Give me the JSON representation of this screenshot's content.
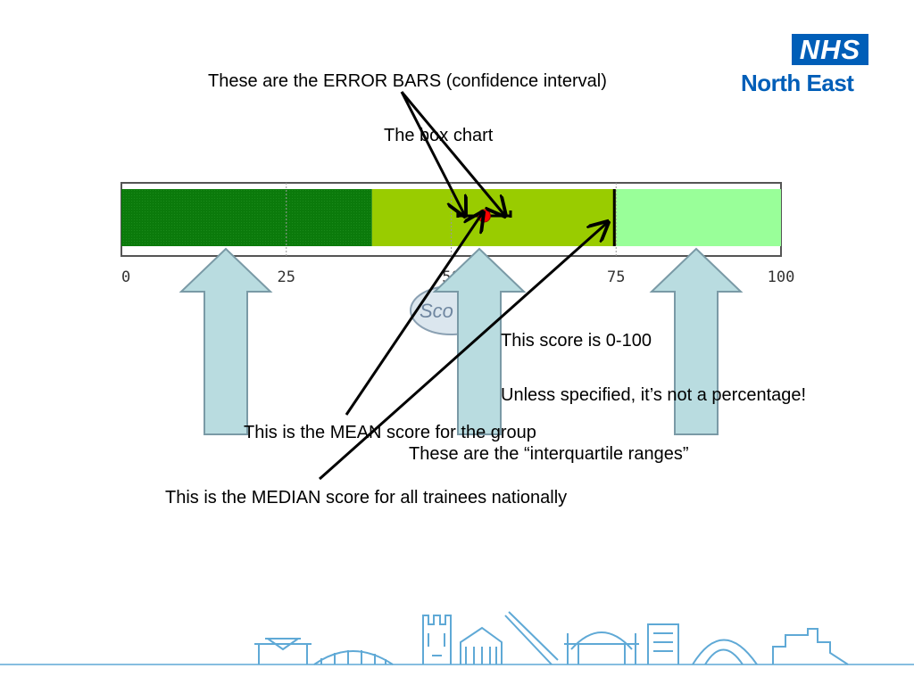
{
  "logo": {
    "mark": "NHS",
    "region": "North East",
    "color": "#005eb8"
  },
  "chart": {
    "axis_ticks": [
      "0",
      "25",
      "50",
      "75",
      "100"
    ],
    "scale": [
      0,
      100
    ],
    "mean": 55,
    "error_bar": [
      51,
      59
    ],
    "national_median": 75,
    "bands": [
      {
        "from": 0,
        "to": 38,
        "color": "#0b7a0b"
      },
      {
        "from": 38,
        "to": 75,
        "color": "#99cc00"
      },
      {
        "from": 75,
        "to": 100,
        "color": "#99ff99"
      }
    ],
    "mean_color": "#ff0000"
  },
  "score_bubble": "Sco",
  "annotations": {
    "error_bars": "These are the ERROR BARS (confidence interval)",
    "box_chart": "The box chart",
    "score_range": "This score is 0-100",
    "not_percentage": "Unless specified, it’s not a percentage!",
    "mean": "This is the MEAN score for the group",
    "iqr": "These are the “interquartile ranges”",
    "median": "This is the MEDIAN score for all trainees nationally"
  },
  "colors": {
    "arrow_fill": "#b9dce0",
    "arrow_stroke": "#7a9aa6",
    "skyline": "#5fa9d6"
  },
  "icons": {
    "skyline": "north-east-landmarks-skyline-icon"
  }
}
